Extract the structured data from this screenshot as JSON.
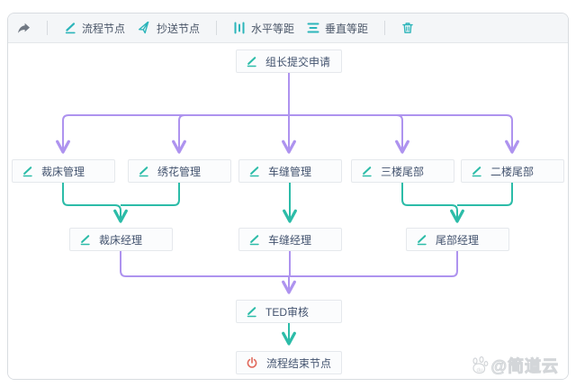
{
  "toolbar": {
    "share_icon": "forward-arrow-icon",
    "buttons": [
      {
        "icon": "pencil-icon",
        "label": "流程节点"
      },
      {
        "icon": "paper-plane-icon",
        "label": "抄送节点"
      },
      {
        "icon": "distribute-horizontal-icon",
        "label": "水平等距"
      },
      {
        "icon": "distribute-vertical-icon",
        "label": "垂直等距"
      },
      {
        "icon": "trash-icon",
        "label": ""
      }
    ]
  },
  "flowchart": {
    "nodes": [
      {
        "id": "submit",
        "label": "组长提交申请",
        "icon": "pencil-icon"
      },
      {
        "id": "cutting",
        "label": "裁床管理",
        "icon": "pencil-icon"
      },
      {
        "id": "embroidery",
        "label": "绣花管理",
        "icon": "pencil-icon"
      },
      {
        "id": "sewing",
        "label": "车缝管理",
        "icon": "pencil-icon"
      },
      {
        "id": "floor3",
        "label": "三楼尾部",
        "icon": "pencil-icon"
      },
      {
        "id": "floor2",
        "label": "二楼尾部",
        "icon": "pencil-icon"
      },
      {
        "id": "cutting-manager",
        "label": "裁床经理",
        "icon": "pencil-icon"
      },
      {
        "id": "sewing-manager",
        "label": "车缝经理",
        "icon": "pencil-icon"
      },
      {
        "id": "tail-manager",
        "label": "尾部经理",
        "icon": "pencil-icon"
      },
      {
        "id": "ted-review",
        "label": "TED审核",
        "icon": "pencil-icon"
      },
      {
        "id": "end",
        "label": "流程结束节点",
        "icon": "power-icon"
      }
    ],
    "edges": [
      {
        "from": "submit",
        "to": [
          "cutting",
          "embroidery",
          "sewing",
          "floor3",
          "floor2"
        ],
        "color": "purple"
      },
      {
        "from": "cutting+embroidery",
        "to": [
          "cutting-manager"
        ],
        "color": "teal"
      },
      {
        "from": "sewing",
        "to": [
          "sewing-manager"
        ],
        "color": "teal"
      },
      {
        "from": "floor3+floor2",
        "to": [
          "tail-manager"
        ],
        "color": "teal"
      },
      {
        "from": "cutting-manager+sewing-manager+tail-manager",
        "to": [
          "ted-review"
        ],
        "color": "purple"
      },
      {
        "from": "ted-review",
        "to": [
          "end"
        ],
        "color": "teal"
      }
    ]
  },
  "watermark": {
    "paw_icon": "paw-icon",
    "paw_text": "du",
    "text": "@简道云"
  },
  "colors": {
    "accent_teal": "#2CBCA8",
    "edge_purple": "#AE93EF",
    "power_red": "#E16A5D",
    "node_text": "#42526E",
    "node_border": "#E5E8EC",
    "node_bg": "#FBFCFD",
    "toolbar_bg": "#F4F6F8",
    "panel_border": "#D8DCE0",
    "watermark_gray": "#D3D6D9"
  }
}
